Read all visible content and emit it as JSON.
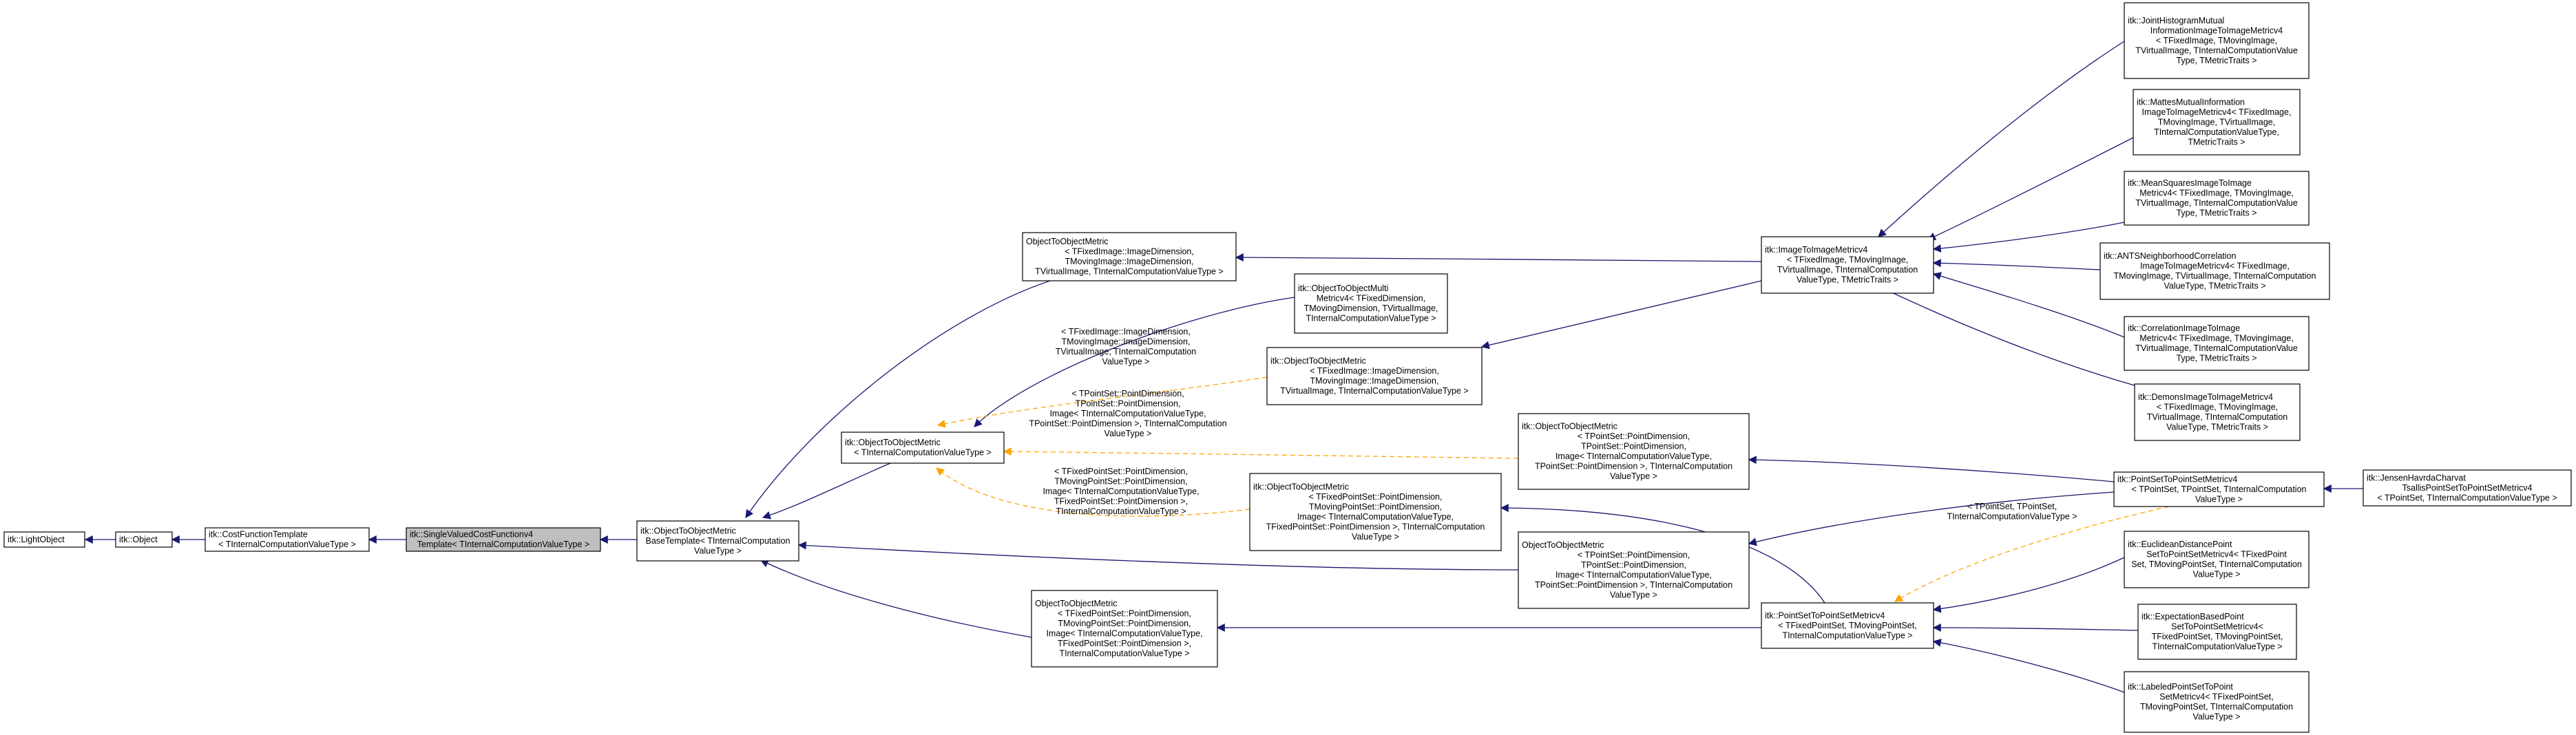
{
  "colors": {
    "inherit_edge": "#191970",
    "template_edge": "#ffa500",
    "highlight_fill": "#bfbfbf",
    "node_fill": "#ffffff",
    "node_stroke": "#000000"
  },
  "nodes": [
    {
      "id": "lightobject",
      "lines": [
        "itk::LightObject"
      ]
    },
    {
      "id": "object",
      "lines": [
        "itk::Object"
      ]
    },
    {
      "id": "costfunctiontemplate",
      "lines": [
        "itk::CostFunctionTemplate",
        "< TInternalComputationValueType >"
      ]
    },
    {
      "id": "singlevaluedcostfunctionv4",
      "highlight": true,
      "lines": [
        "itk::SingleValuedCostFunctionv4",
        "Template< TInternalComputationValueType >"
      ]
    },
    {
      "id": "objecttoobjectmetricbase",
      "lines": [
        "itk::ObjectToObjectMetric",
        "BaseTemplate< TInternalComputation",
        "ValueType >"
      ]
    },
    {
      "id": "objecttoobjectmetric",
      "lines": [
        "itk::ObjectToObjectMetric",
        "< TInternalComputationValueType >"
      ]
    },
    {
      "id": "inst_image",
      "lines": [
        "ObjectToObjectMetric",
        "< TFixedImage::ImageDimension,",
        "TMovingImage::ImageDimension,",
        "TVirtualImage, TInternalComputationValueType >"
      ]
    },
    {
      "id": "multimetric",
      "lines": [
        "itk::ObjectToObjectMulti",
        "Metricv4< TFixedDimension,",
        "TMovingDimension, TVirtualImage,",
        "TInternalComputationValueType >"
      ]
    },
    {
      "id": "otom_image2",
      "lines": [
        "itk::ObjectToObjectMetric",
        "< TFixedImage::ImageDimension,",
        "TMovingImage::ImageDimension,",
        "TVirtualImage, TInternalComputationValueType >"
      ]
    },
    {
      "id": "otom_pointset",
      "lines": [
        "itk::ObjectToObjectMetric",
        "< TPointSet::PointDimension,",
        "TPointSet::PointDimension,",
        "Image< TInternalComputationValueType,",
        "TPointSet::PointDimension >, TInternalComputation",
        "ValueType >"
      ]
    },
    {
      "id": "otom_fixedpointset",
      "lines": [
        "itk::ObjectToObjectMetric",
        "< TFixedPointSet::PointDimension,",
        "TMovingPointSet::PointDimension,",
        "Image< TInternalComputationValueType,",
        "TFixedPointSet::PointDimension >, TInternalComputation",
        "ValueType >"
      ]
    },
    {
      "id": "inst_pointset",
      "lines": [
        "ObjectToObjectMetric",
        "< TPointSet::PointDimension,",
        "TPointSet::PointDimension,",
        "Image< TInternalComputationValueType,",
        "TPointSet::PointDimension >, TInternalComputation",
        "ValueType >"
      ]
    },
    {
      "id": "inst_fixedpointset",
      "lines": [
        "ObjectToObjectMetric",
        "< TFixedPointSet::PointDimension,",
        "TMovingPointSet::PointDimension,",
        "Image< TInternalComputationValueType,",
        "TFixedPointSet::PointDimension >,",
        "TInternalComputationValueType >"
      ]
    },
    {
      "id": "imagetoimagemetricv4",
      "lines": [
        "itk::ImageToImageMetricv4",
        "< TFixedImage, TMovingImage,",
        "TVirtualImage, TInternalComputation",
        "ValueType, TMetricTraits >"
      ]
    },
    {
      "id": "pointsettopointsetmetricv4_t",
      "lines": [
        "itk::PointSetToPointSetMetricv4",
        "< TPointSet, TPointSet, TInternalComputation",
        "ValueType >"
      ]
    },
    {
      "id": "pointsettopointsetmetricv4",
      "lines": [
        "itk::PointSetToPointSetMetricv4",
        "< TFixedPointSet, TMovingPointSet,",
        "TInternalComputationValueType >"
      ]
    },
    {
      "id": "jointhistogram",
      "lines": [
        "itk::JointHistogramMutual",
        "InformationImageToImageMetricv4",
        "< TFixedImage, TMovingImage,",
        "TVirtualImage, TInternalComputationValue",
        "Type, TMetricTraits >"
      ]
    },
    {
      "id": "mattes",
      "lines": [
        "itk::MattesMutualInformation",
        "ImageToImageMetricv4< TFixedImage,",
        "TMovingImage, TVirtualImage,",
        "TInternalComputationValueType,",
        "TMetricTraits >"
      ]
    },
    {
      "id": "meansquares",
      "lines": [
        "itk::MeanSquaresImageToImage",
        "Metricv4< TFixedImage, TMovingImage,",
        "TVirtualImage, TInternalComputationValue",
        "Type, TMetricTraits >"
      ]
    },
    {
      "id": "ants",
      "lines": [
        "itk::ANTSNeighborhoodCorrelation",
        "ImageToImageMetricv4< TFixedImage,",
        "TMovingImage, TVirtualImage, TInternalComputation",
        "ValueType, TMetricTraits >"
      ]
    },
    {
      "id": "correlation",
      "lines": [
        "itk::CorrelationImageToImage",
        "Metricv4< TFixedImage, TMovingImage,",
        "TVirtualImage, TInternalComputationValue",
        "Type, TMetricTraits >"
      ]
    },
    {
      "id": "demons",
      "lines": [
        "itk::DemonsImageToImageMetricv4",
        "< TFixedImage, TMovingImage,",
        "TVirtualImage, TInternalComputation",
        "ValueType, TMetricTraits >"
      ]
    },
    {
      "id": "jensenhavrda",
      "lines": [
        "itk::JensenHavrdaCharvat",
        "TsallisPointSetToPointSetMetricv4",
        "< TPointSet, TInternalComputationValueType >"
      ]
    },
    {
      "id": "euclidean",
      "lines": [
        "itk::EuclideanDistancePoint",
        "SetToPointSetMetricv4< TFixedPoint",
        "Set, TMovingPointSet, TInternalComputation",
        "ValueType >"
      ]
    },
    {
      "id": "expectation",
      "lines": [
        "itk::ExpectationBasedPoint",
        "SetToPointSetMetricv4<",
        "TFixedPointSet, TMovingPointSet,",
        "TInternalComputationValueType >"
      ]
    },
    {
      "id": "labeled",
      "lines": [
        "itk::LabeledPointSetToPoint",
        "SetMetricv4< TFixedPointSet,",
        "TMovingPointSet, TInternalComputation",
        "ValueType >"
      ]
    }
  ],
  "edge_labels": [
    {
      "id": "lbl_image",
      "lines": [
        "< TFixedImage::ImageDimension,",
        "TMovingImage::ImageDimension,",
        "TVirtualImage, TInternalComputation",
        "ValueType >"
      ]
    },
    {
      "id": "lbl_pointset",
      "lines": [
        "< TPointSet::PointDimension,",
        "TPointSet::PointDimension,",
        "Image< TInternalComputationValueType,",
        "TPointSet::PointDimension >, TInternalComputation",
        "ValueType >"
      ]
    },
    {
      "id": "lbl_fixedpointset",
      "lines": [
        "< TFixedPointSet::PointDimension,",
        "TMovingPointSet::PointDimension,",
        "Image< TInternalComputationValueType,",
        "TFixedPointSet::PointDimension >,",
        "TInternalComputationValueType >"
      ]
    },
    {
      "id": "lbl_pstops",
      "lines": [
        "< TPointSet, TPointSet,",
        "TInternalComputationValueType >"
      ]
    }
  ]
}
